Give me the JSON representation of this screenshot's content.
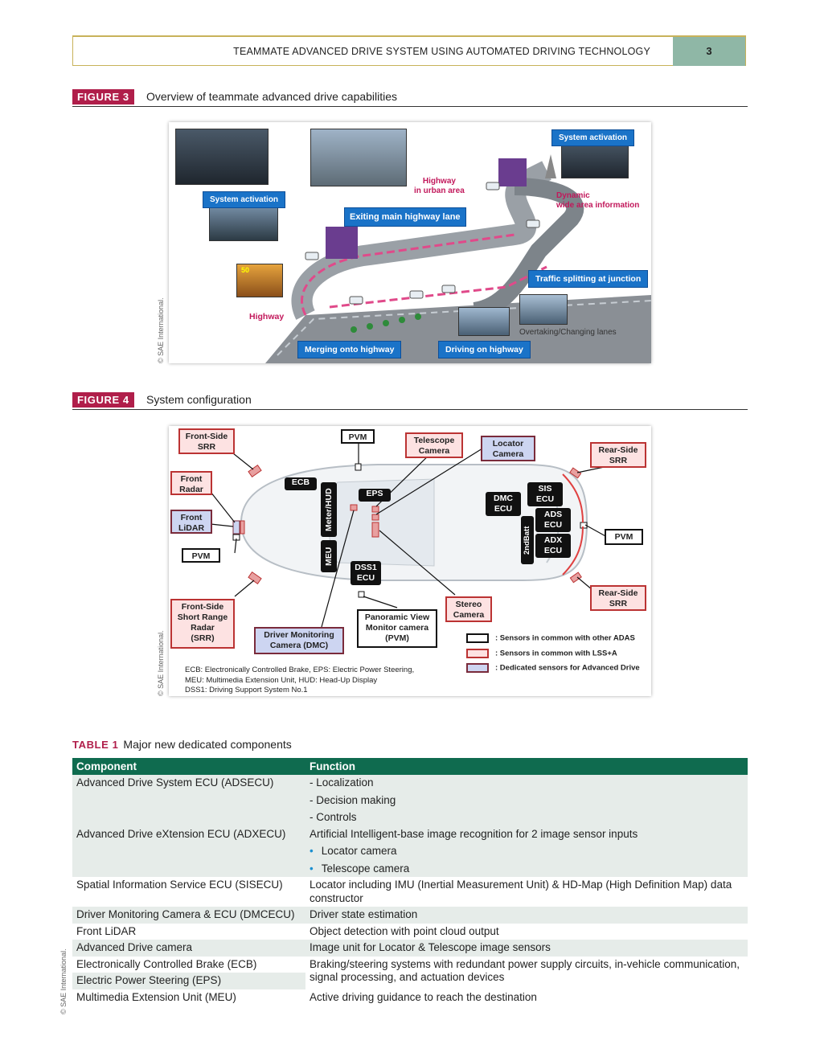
{
  "header": {
    "title": "TEAMMATE ADVANCED DRIVE SYSTEM USING AUTOMATED DRIVING TECHNOLOGY",
    "page_number": "3"
  },
  "figure3": {
    "tag": "FIGURE 3",
    "caption": "Overview of teammate advanced drive capabilities",
    "credit": "© SAE International.",
    "labels": {
      "system_activation_top": "System activation",
      "system_activation_left": "System activation",
      "highway_urban": "Highway\nin urban area",
      "dynamic_info": "Dynamic\nwide area information",
      "exiting": "Exiting main highway lane",
      "traffic_splitting": "Traffic splitting at junction",
      "highway": "Highway",
      "overtaking": "Overtaking/Changing lanes",
      "merging": "Merging onto highway",
      "driving": "Driving on highway",
      "speed_sign": "50"
    }
  },
  "figure4": {
    "tag": "FIGURE 4",
    "caption": "System configuration",
    "credit": "© SAE International.",
    "boxes": {
      "front_side_srr": "Front-Side\nSRR",
      "pvm_top": "PVM",
      "telescope": "Telescope\nCamera",
      "locator": "Locator\nCamera",
      "rear_side_srr_top": "Rear-Side\nSRR",
      "front_radar": "Front\nRadar",
      "front_lidar": "Front\nLiDAR",
      "pvm_left": "PVM",
      "pvm_right": "PVM",
      "rear_side_srr_bottom": "Rear-Side\nSRR",
      "front_side_short": "Front-Side\nShort Range\nRadar\n(SRR)",
      "dmc": "Driver Monitoring\nCamera (DMC)",
      "pvm_panoramic": "Panoramic View\nMonitor camera\n(PVM)",
      "stereo": "Stereo\nCamera"
    },
    "ecus": {
      "ecb": "ECB",
      "meter_hud": "Meter/HUD",
      "eps": "EPS",
      "meu": "MEU",
      "dss1": "DSS1\nECU",
      "dmc_ecu": "DMC\nECU",
      "sis_ecu": "SIS\nECU",
      "ads_ecu": "ADS\nECU",
      "adx_ecu": "ADX\nECU",
      "batt": "2ndBatt"
    },
    "legend": [
      {
        "label": ": Sensors in common with other ADAS",
        "color": "#ffffff"
      },
      {
        "label": ": Sensors in common with LSS+A",
        "color": "#fde2e2"
      },
      {
        "label": ": Dedicated sensors for Advanced Drive",
        "color": "#cdd5f1"
      }
    ],
    "abbreviations": [
      "ECB: Electronically Controlled Brake,  EPS: Electric Power Steering,",
      "MEU: Multimedia Extension Unit,  HUD: Head-Up Display",
      "DSS1: Driving Support System No.1"
    ]
  },
  "table1": {
    "tag": "TABLE 1",
    "caption": "Major new dedicated components",
    "credit": "© SAE International.",
    "headers": [
      "Component",
      "Function"
    ],
    "rows": [
      {
        "component": "Advanced Drive System ECU (ADSECU)",
        "function": [
          "- Localization",
          "- Decision making",
          "- Controls"
        ],
        "bullets": false
      },
      {
        "component": "Advanced Drive eXtension ECU (ADXECU)",
        "function": [
          "Artificial Intelligent-base image recognition for 2 image sensor inputs",
          "Locator camera",
          "Telescope camera"
        ],
        "bullets": true
      },
      {
        "component": "Spatial Information Service ECU (SISECU)",
        "function": [
          "Locator including IMU (Inertial Measurement Unit) & HD-Map (High Definition Map) data constructor"
        ],
        "bullets": false
      },
      {
        "component": "Driver Monitoring Camera & ECU (DMCECU)",
        "function": [
          "Driver state estimation"
        ],
        "bullets": false
      },
      {
        "component": "Front LiDAR",
        "function": [
          "Object detection with point cloud output"
        ],
        "bullets": false
      },
      {
        "component": "Advanced Drive camera",
        "function": [
          "Image unit for Locator & Telescope image sensors"
        ],
        "bullets": false
      },
      {
        "component": "Electronically Controlled Brake (ECB)",
        "function": [
          "Braking/steering systems with redundant power supply circuits, in-vehicle communication, signal processing, and actuation devices"
        ],
        "bullets": false
      },
      {
        "component": "Electric Power Steering (EPS)",
        "function": [],
        "bullets": false
      },
      {
        "component": "Multimedia Extension Unit (MEU)",
        "function": [
          "Active driving guidance to reach the destination"
        ],
        "bullets": false
      }
    ]
  }
}
